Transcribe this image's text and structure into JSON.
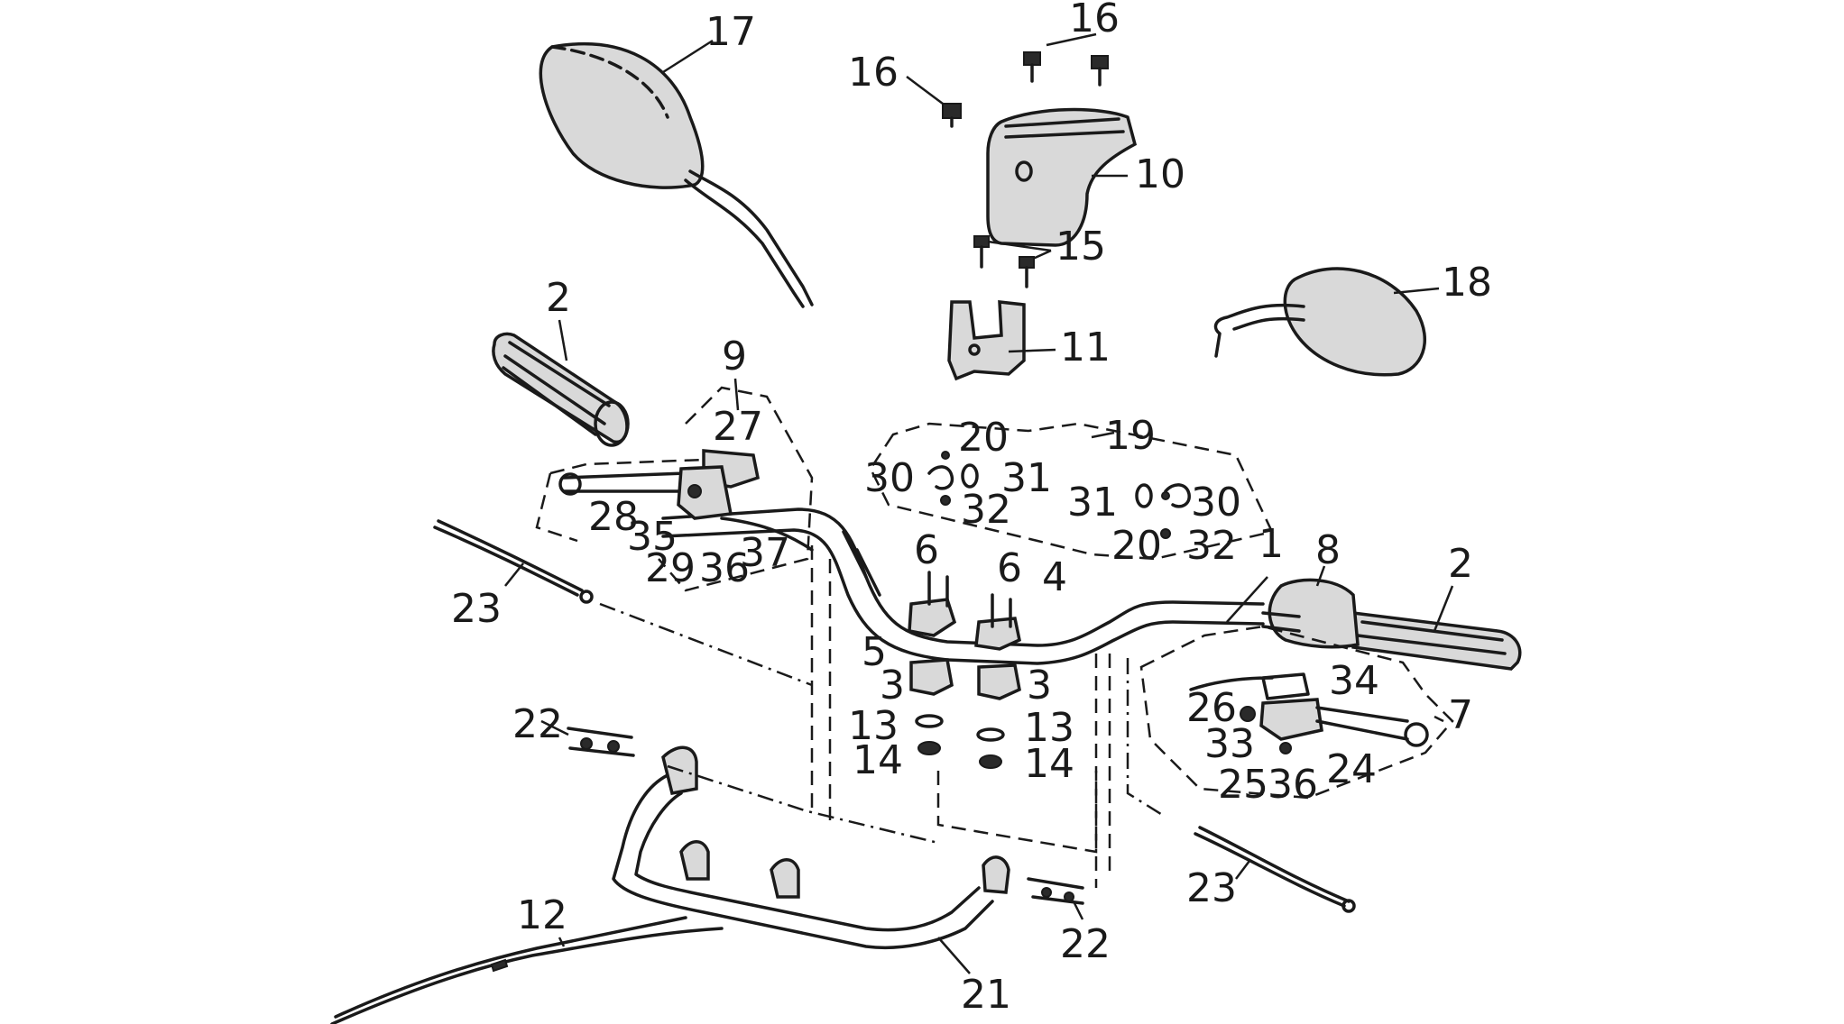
{
  "callouts": {
    "c1": "1",
    "c2_left": "2",
    "c2_right": "2",
    "c3_left": "3",
    "c3_right": "3",
    "c4": "4",
    "c5": "5",
    "c6_left": "6",
    "c6_right": "6",
    "c7": "7",
    "c8": "8",
    "c9": "9",
    "c10": "10",
    "c11": "11",
    "c12": "12",
    "c13_left": "13",
    "c13_right": "13",
    "c14_left": "14",
    "c14_right": "14",
    "c15": "15",
    "c16_left": "16",
    "c16_top": "16",
    "c17": "17",
    "c18": "18",
    "c19": "19",
    "c20_top": "20",
    "c20_bottom": "20",
    "c21": "21",
    "c22_left": "22",
    "c22_right": "22",
    "c23_left": "23",
    "c23_right": "23",
    "c24": "24",
    "c25": "25",
    "c26": "26",
    "c27": "27",
    "c28": "28",
    "c29": "29",
    "c30_left": "30",
    "c30_right": "30",
    "c31_left": "31",
    "c31_right": "31",
    "c32_top": "32",
    "c32_bottom": "32",
    "c33": "33",
    "c34": "34",
    "c35": "35",
    "c36_left": "36",
    "c36_right": "36",
    "c37": "37"
  }
}
